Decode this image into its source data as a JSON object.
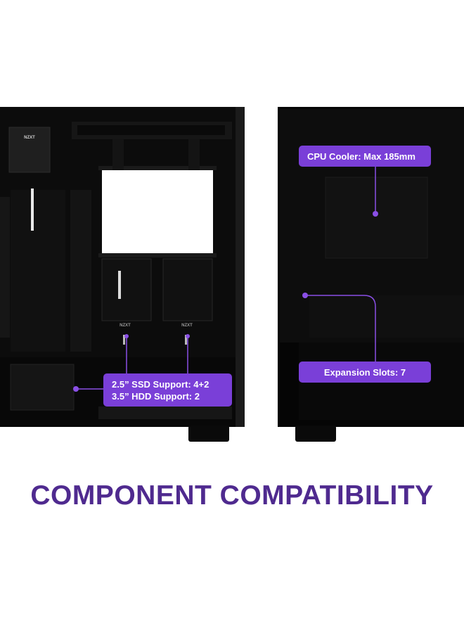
{
  "callouts": {
    "cpu_cooler": "CPU Cooler: Max 185mm",
    "expansion_slots": "Expansion Slots: 7",
    "ssd_support": "2.5” SSD Support: 4+2",
    "hdd_support": "3.5” HDD Support: 2"
  },
  "heading": "COMPONENT COMPATIBILITY",
  "brand_marks": [
    "NZXT",
    "NZXT",
    "NZXT"
  ],
  "colors": {
    "accent": "#7a3fd8",
    "heading": "#4f2a8f",
    "case": "#0c0c0c"
  }
}
